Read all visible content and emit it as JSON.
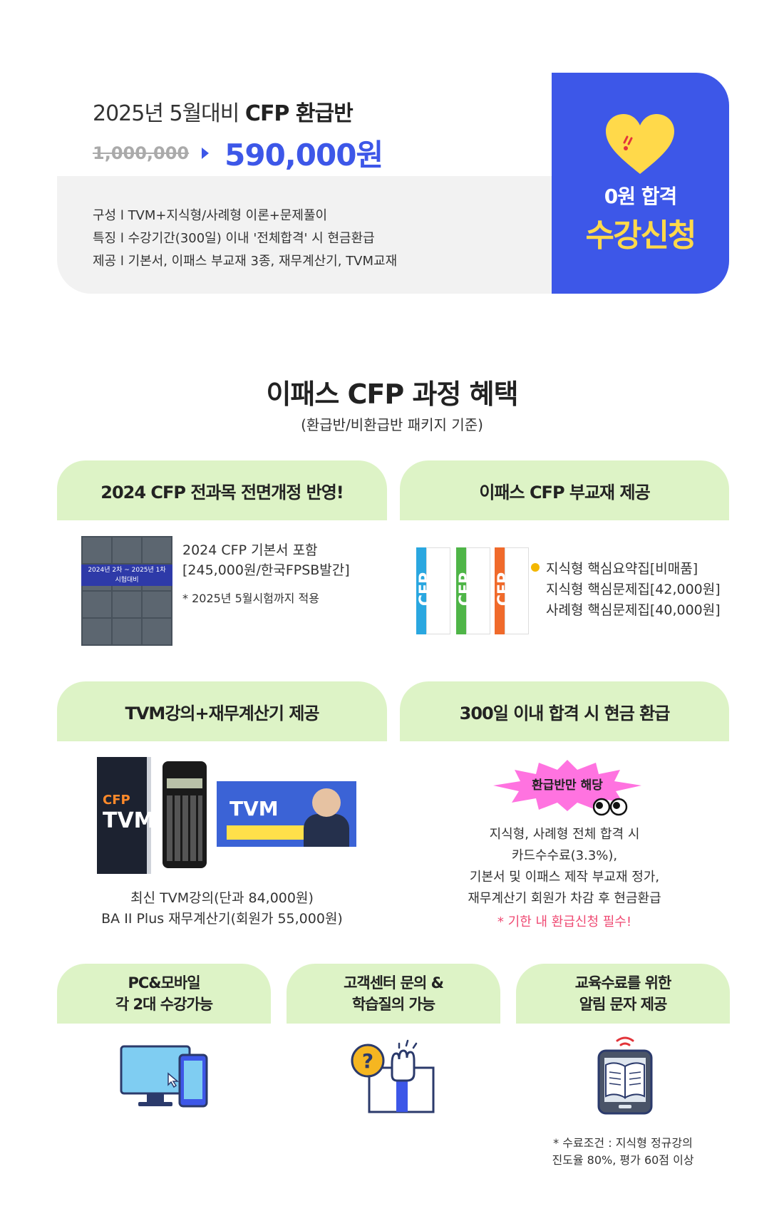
{
  "product": {
    "title_prefix": "2025년 5월대비",
    "title_bold": "CFP 환급반",
    "price_old": "1,000,000",
    "price_new": "590,000원",
    "details": [
      "구성 l TVM+지식형/사례형 이론+문제풀이",
      "특징 l 수강기간(300일) 이내 '전체합격' 시 현금환급",
      "제공 l 기본서, 이패스 부교재 3종, 재무계산기, TVM교재"
    ],
    "cta_line1": "0원 합격",
    "cta_line2": "수강신청"
  },
  "section": {
    "title": "이패스 CFP 과정 혜택",
    "subtitle": "(환급반/비환급반 패키지 기준)"
  },
  "benefits": {
    "b1": {
      "tab": "2024 CFP 전과목 전면개정 반영!",
      "book_band": "2024년 2차 ~ 2025년 1차",
      "book_band2": "시험대비",
      "line1": "2024 CFP 기본서 포함",
      "line2": "[245,000원/한국FPSB발간]",
      "note": "* 2025년 5월시험까지 적용"
    },
    "b2": {
      "tab": "이패스 CFP 부교재 제공",
      "book_word": "CFP",
      "items": [
        "지식형 핵심요약집[비매품]",
        "지식형 핵심문제집[42,000원]",
        "사례형 핵심문제집[40,000원]"
      ]
    },
    "b3": {
      "tab": "TVM강의+재무계산기 제공",
      "book_word1": "CFP",
      "book_word2": "TVM",
      "banner_word": "TVM",
      "line1": "최신 TVM강의(단과 84,000원)",
      "line2": "BA II Plus 재무계산기(회원가 55,000원)"
    },
    "b4": {
      "tab": "300일 이내 합격 시 현금 환급",
      "burst": "환급반만 해당",
      "lines": [
        "지식형, 사례형 전체 합격 시",
        "카드수수료(3.3%),",
        "기본서 및 이패스 제작 부교재 정가,",
        "재무계산기 회원가 차감 후 현금환급"
      ],
      "note": "* 기한 내 환급신청 필수!"
    },
    "b5": {
      "tab1": "PC&모바일",
      "tab2": "각 2대 수강가능"
    },
    "b6": {
      "tab1": "고객센터 문의 &",
      "tab2": "학습질의 가능"
    },
    "b7": {
      "tab1": "교육수료를 위한",
      "tab2": "알림 문자 제공",
      "note1": "* 수료조건 : 지식형 정규강의",
      "note2": "진도율 80%, 평가 60점 이상"
    }
  },
  "colors": {
    "accent": "#3d57e8",
    "cta_yellow": "#ffd94a",
    "tab_green": "#ddf3c6",
    "note_red": "#ef4a73"
  },
  "icons": [
    "heart-icon",
    "monitor-mobile-icon",
    "question-hand-icon",
    "ebook-icon"
  ]
}
